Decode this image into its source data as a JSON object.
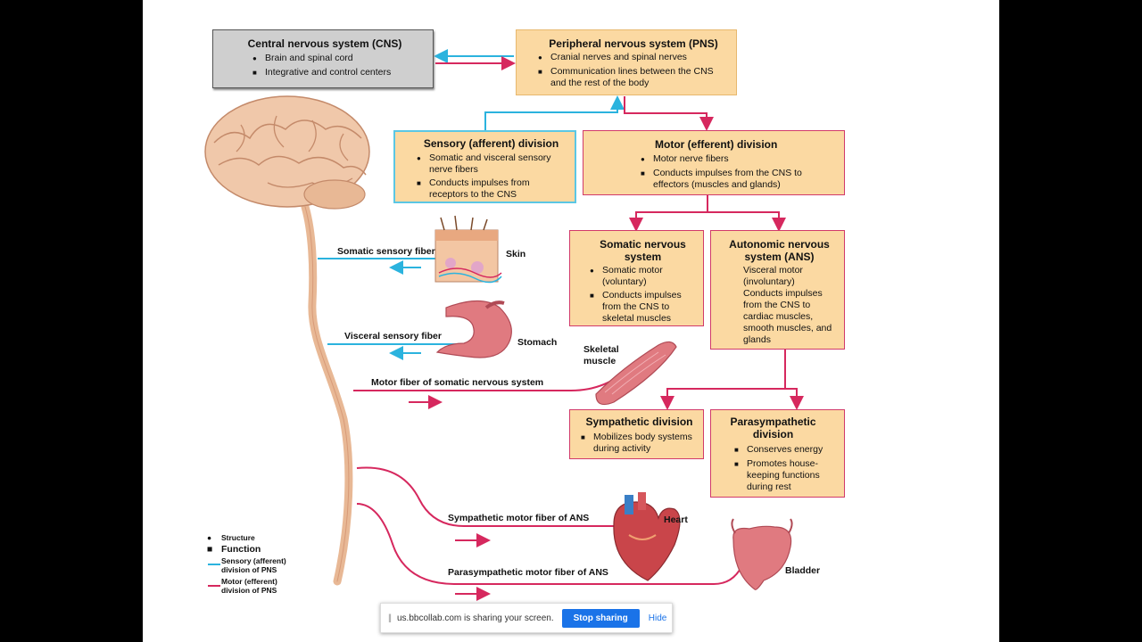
{
  "cns": {
    "title": "Central nervous system (CNS)",
    "items": [
      "Brain and spinal cord",
      "Integrative and control centers"
    ]
  },
  "pns": {
    "title": "Peripheral nervous system (PNS)",
    "items": [
      "Cranial nerves and spinal nerves",
      "Communication lines between the CNS and the rest of the body"
    ]
  },
  "sensory": {
    "title": "Sensory (afferent) division",
    "items": [
      "Somatic and visceral sensory nerve fibers",
      "Conducts impulses from receptors to the CNS"
    ]
  },
  "motor": {
    "title": "Motor (efferent) division",
    "items": [
      "Motor nerve fibers",
      "Conducts impulses from the CNS to effectors (muscles and glands)"
    ]
  },
  "somatic": {
    "title": "Somatic nervous system",
    "items": [
      "Somatic motor (voluntary)",
      "Conducts impulses from the CNS to skeletal muscles"
    ]
  },
  "ans": {
    "title": "Autonomic nervous system (ANS)",
    "items": [
      "Visceral motor (involuntary)",
      "Conducts impulses from the CNS to cardiac muscles, smooth muscles, and glands"
    ]
  },
  "sympathetic": {
    "title": "Sympathetic division",
    "items": [
      "Mobilizes body systems during activity"
    ]
  },
  "parasympathetic": {
    "title": "Parasympathetic division",
    "items": [
      "Conserves energy",
      "Promotes house-keeping functions during rest"
    ]
  },
  "labels": {
    "somatic_sensory_fiber": "Somatic sensory fiber",
    "skin": "Skin",
    "visceral_sensory_fiber": "Visceral sensory fiber",
    "stomach": "Stomach",
    "skeletal_muscle": "Skeletal muscle",
    "motor_fiber_somatic": "Motor fiber of somatic nervous system",
    "sympathetic_motor_fiber": "Sympathetic motor fiber of ANS",
    "heart": "Heart",
    "parasympathetic_motor_fiber": "Parasympathetic motor fiber of ANS",
    "bladder": "Bladder"
  },
  "legend": {
    "structure": "Structure",
    "function": "Function",
    "sensory": "Sensory (afferent) division of PNS",
    "motor": "Motor (efferent) division of PNS"
  },
  "share_bar": {
    "message": "us.bbcollab.com is sharing your screen.",
    "stop_label": "Stop sharing",
    "hide_label": "Hide"
  },
  "colors": {
    "sensory": "#2bb3de",
    "motor": "#d6285e",
    "box_fill": "#fbd9a2"
  }
}
